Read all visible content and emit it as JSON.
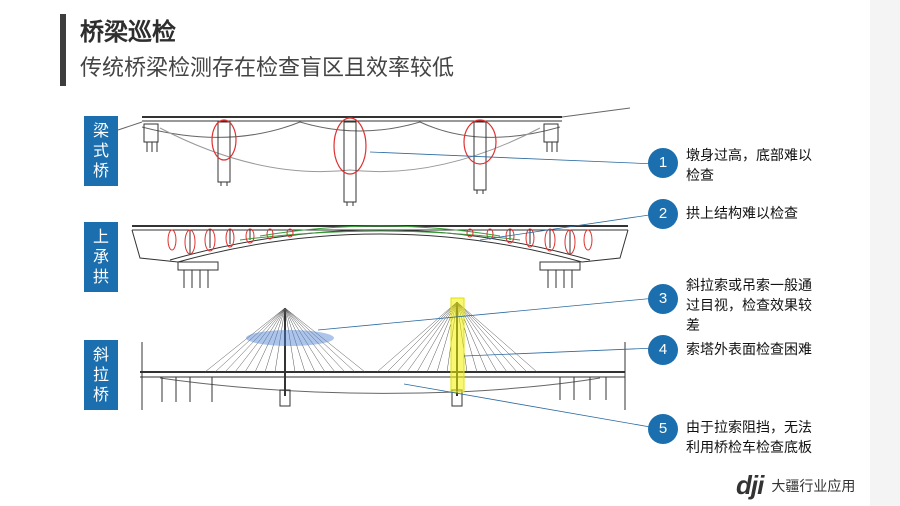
{
  "header": {
    "title": "桥梁巡检",
    "subtitle": "传统桥梁检测存在检查盲区且效率较低"
  },
  "bridge_types": [
    {
      "chars": [
        "梁",
        "式",
        "桥"
      ]
    },
    {
      "chars": [
        "上",
        "承",
        "拱"
      ]
    },
    {
      "chars": [
        "斜",
        "拉",
        "桥"
      ]
    }
  ],
  "callouts": [
    {
      "num": "1",
      "lines": [
        "墩身过高，底部难以",
        "检查"
      ]
    },
    {
      "num": "2",
      "lines": [
        "拱上结构难以检查"
      ]
    },
    {
      "num": "3",
      "lines": [
        "斜拉索或吊索一般通",
        "过目视，检查效果较",
        "差"
      ]
    },
    {
      "num": "4",
      "lines": [
        "索塔外表面检查困难"
      ]
    },
    {
      "num": "5",
      "lines": [
        "由于拉索阻挡，无法",
        "利用桥检车检查底板"
      ]
    }
  ],
  "footer": {
    "logo_mark": "dji",
    "logo_text": "大疆行业应用"
  },
  "colors": {
    "accent": "#1b6fae",
    "highlight_red": "#e03030",
    "highlight_yellow": "#f2f200",
    "highlight_blue": "#4a7fd0"
  }
}
